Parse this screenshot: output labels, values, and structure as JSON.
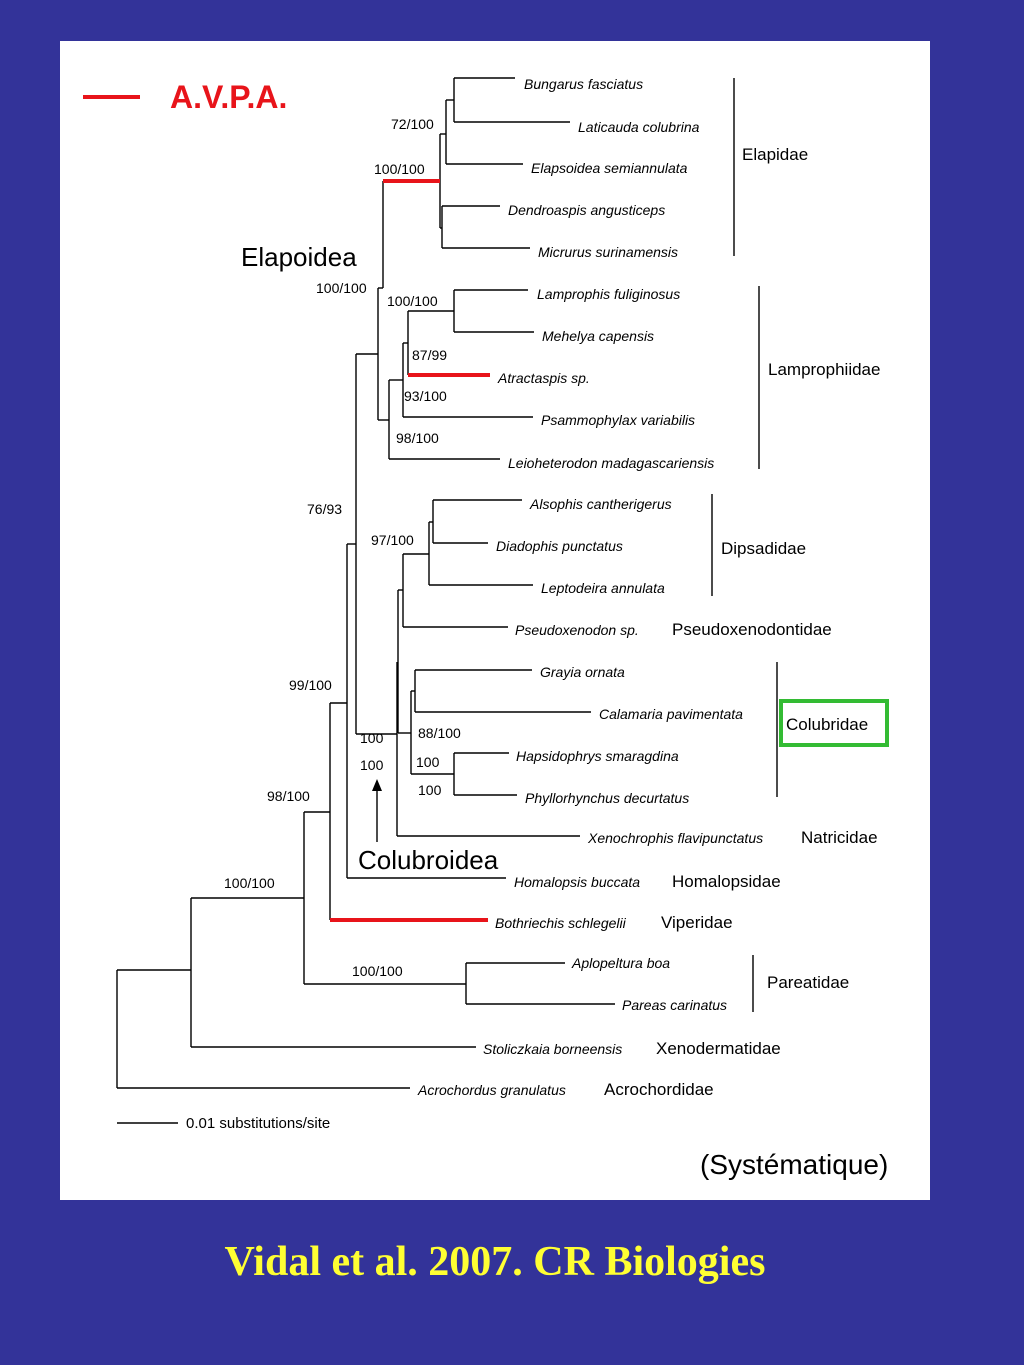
{
  "legend": {
    "label": "A.V.P.A.",
    "color": "#e8141a"
  },
  "group_labels": {
    "elapoidea": "Elapoidea",
    "colubroidea": "Colubroidea"
  },
  "taxa": [
    "Bungarus fasciatus",
    "Laticauda colubrina",
    "Elapsoidea semiannulata",
    "Dendroaspis angusticeps",
    "Micrurus surinamensis",
    "Lamprophis fuliginosus",
    "Mehelya capensis",
    "Atractaspis sp.",
    "Psammophylax variabilis",
    "Leioheterodon madagascariensis",
    "Alsophis cantherigerus",
    "Diadophis punctatus",
    "Leptodeira annulata",
    "Pseudoxenodon sp.",
    "Grayia ornata",
    "Calamaria pavimentata",
    "Hapsidophrys smaragdina",
    "Phyllorhynchus decurtatus",
    "Xenochrophis flavipunctatus",
    "Homalopsis buccata",
    "Bothriechis schlegelii",
    "Aplopeltura boa",
    "Pareas carinatus",
    "Stoliczkaia borneensis",
    "Acrochordus granulatus"
  ],
  "families": [
    "Elapidae",
    "Lamprophiidae",
    "Dipsadidae",
    "Pseudoxenodontidae",
    "Colubridae",
    "Natricidae",
    "Homalopsidae",
    "Viperidae",
    "Pareatidae",
    "Xenodermatidae",
    "Acrochordidae"
  ],
  "support_values": [
    "72/100",
    "100/100",
    "100/100",
    "100/100",
    "87/99",
    "93/100",
    "98/100",
    "76/93",
    "97/100",
    "99/100",
    "100",
    "100",
    "88/100",
    "100",
    "100",
    "98/100",
    "100/100",
    "100/100"
  ],
  "scale_bar": {
    "label": "0.01 substitutions/site"
  },
  "corner_label": "(Systématique)",
  "caption": "Vidal et al. 2007. CR Biologies",
  "colors": {
    "background": "#333399",
    "panel": "#ffffff",
    "highlight_box": "#33bb33",
    "caption": "#ffff33"
  }
}
